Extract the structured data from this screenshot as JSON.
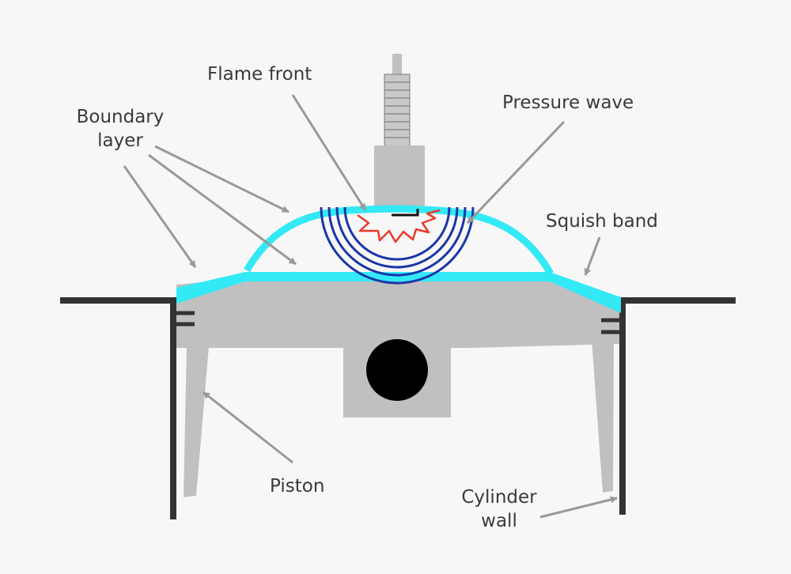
{
  "labels": {
    "boundary_layer_1": "Boundary",
    "boundary_layer_2": "layer",
    "flame_front": "Flame front",
    "pressure_wave": "Pressure wave",
    "squish_band": "Squish band",
    "piston": "Piston",
    "cylinder_wall_1": "Cylinder",
    "cylinder_wall_2": "wall"
  },
  "colors": {
    "background": "#f7f7f7",
    "piston": "#c0c0c0",
    "boundary_layer": "#33e9f5",
    "flame_front": "#e83a2a",
    "pressure_wave": "#1b35a8",
    "cylinder_wall": "#333333",
    "arrow": "#999999",
    "label_text": "#3a3a3a"
  }
}
